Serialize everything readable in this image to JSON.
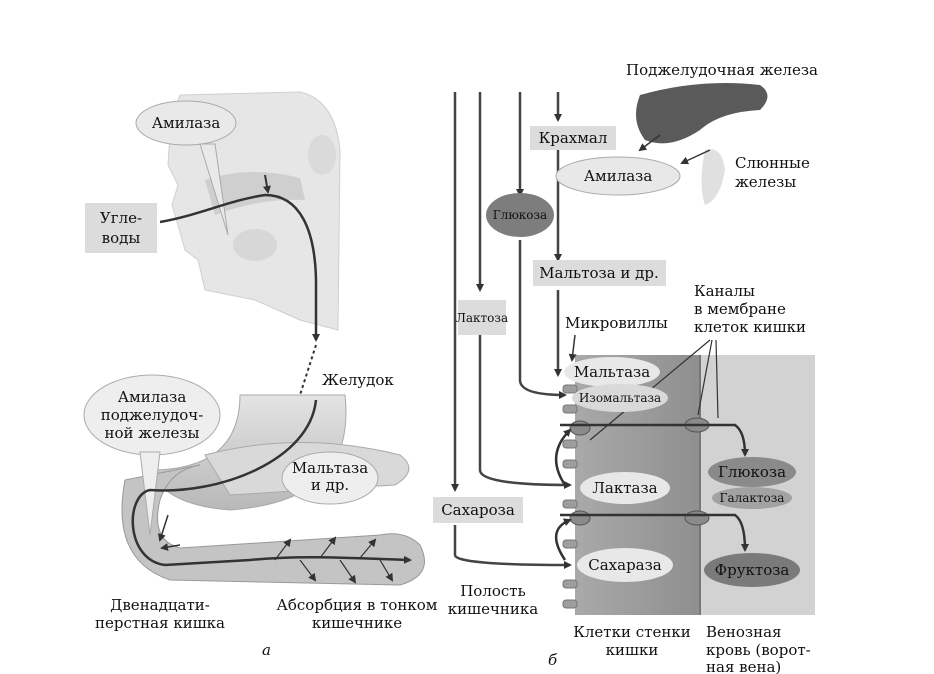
{
  "panel_a": {
    "caption": "а",
    "amylase": "Амилаза",
    "carbs_line1": "Угле-",
    "carbs_line2": "воды",
    "stomach": "Желудок",
    "pancreatic_amylase_line1": "Амилаза",
    "pancreatic_amylase_line2": "поджелудоч-",
    "pancreatic_amylase_line3": "ной железы",
    "maltase_line1": "Мальтаза",
    "maltase_line2": "и др.",
    "duodenum_line1": "Двенадцати-",
    "duodenum_line2": "перстная кишка",
    "absorption_line1": "Абсорбция в тонком",
    "absorption_line2": "кишечнике"
  },
  "panel_b": {
    "caption": "б",
    "pancreas": "Поджелудочная железа",
    "starch": "Крахмал",
    "amylase": "Амилаза",
    "salivary_line1": "Слюнные",
    "salivary_line2": "железы",
    "glucose_small": "Глюкоза",
    "maltose": "Мальтоза и др.",
    "lactose": "Лактоза",
    "microvilli": "Микровиллы",
    "channels_line1": "Каналы",
    "channels_line2": "в мембране",
    "channels_line3": "клеток кишки",
    "maltase": "Мальтаза",
    "isomaltase": "Изомальтаза",
    "lactase": "Лактаза",
    "sucrose": "Сахароза",
    "sucrase": "Сахараза",
    "glucose": "Глюкоза",
    "galactose": "Галактоза",
    "fructose": "Фруктоза",
    "lumen_line1": "Полость",
    "lumen_line2": "кишечника",
    "wall_cells_line1": "Клетки стенки",
    "wall_cells_line2": "кишки",
    "venous_line1": "Венозная",
    "venous_line2": "кровь (ворот-",
    "venous_line3": "ная вена)"
  }
}
